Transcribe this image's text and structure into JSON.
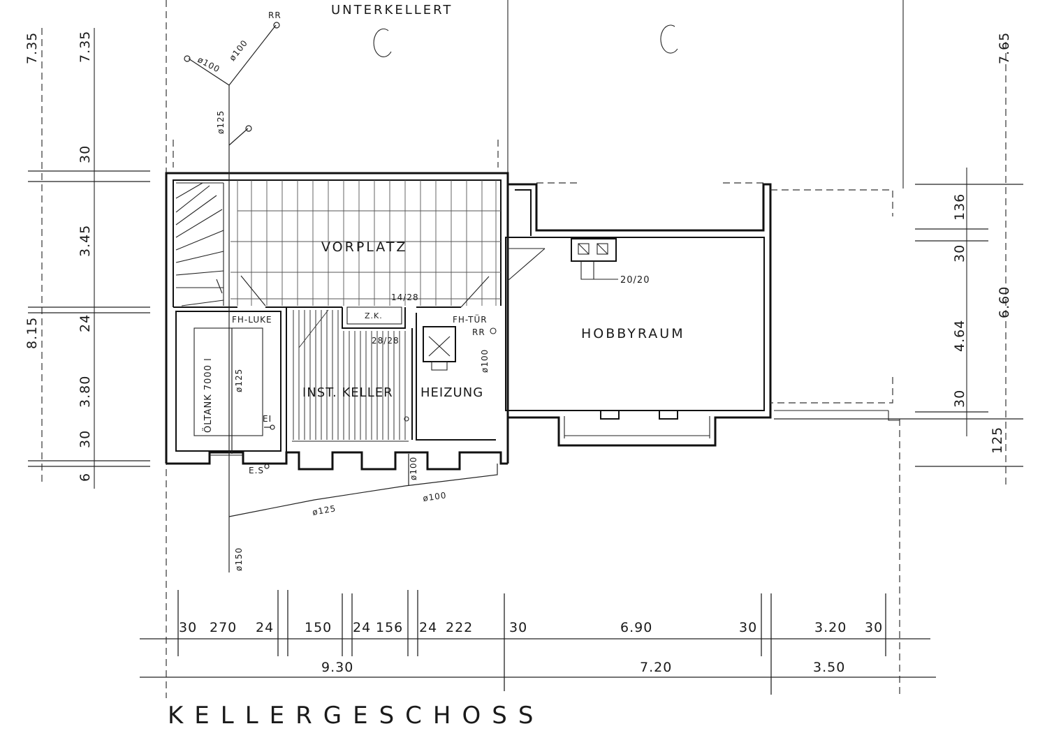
{
  "title": "KELLERGESCHOSS",
  "top_label": "UNTERKELLERT",
  "rooms": {
    "vorplatz": "VORPLATZ",
    "hobbyraum": "HOBBYRAUM",
    "inst_keller": "INST. KELLER",
    "heizung": "HEIZUNG",
    "oltank": "ÖLTANK 7000 l"
  },
  "labels": {
    "fh_luke": "FH-LUKE",
    "fh_tur": "FH-TÜR",
    "zk": "Z.K.",
    "shaft_14_28": "14/28",
    "shaft_28_28": "28/28",
    "chimney_20_20": "20/20",
    "rr_top": "RR",
    "rr_heizung": "RR",
    "ei": "EI",
    "es": "E.S"
  },
  "pipes": {
    "d100_a": "ø100",
    "d100_b": "ø100",
    "d125_vertical": "ø125",
    "d125_tank": "ø125",
    "d100_heizung": "ø100",
    "d100_sewer": "ø100",
    "d100_bottom": "ø100",
    "d125_bottom": "ø125",
    "d150": "ø150"
  },
  "dims_left_outer": {
    "d1": "7.35",
    "d2": "8.15"
  },
  "dims_left_inner": [
    "7.35",
    "30",
    "3.45",
    "24",
    "3.80",
    "30",
    "6"
  ],
  "dims_right_outer": [
    "7.65",
    "6.60"
  ],
  "dims_right_inner": [
    "136",
    "30",
    "4.64",
    "30",
    "125"
  ],
  "dims_bottom_row1": [
    "30",
    "270",
    "24",
    "150",
    "24",
    "156",
    "24",
    "222",
    "30",
    "6.90",
    "30",
    "3.20",
    "30"
  ],
  "dims_bottom_row2": [
    "9.30",
    "7.20",
    "3.50"
  ]
}
